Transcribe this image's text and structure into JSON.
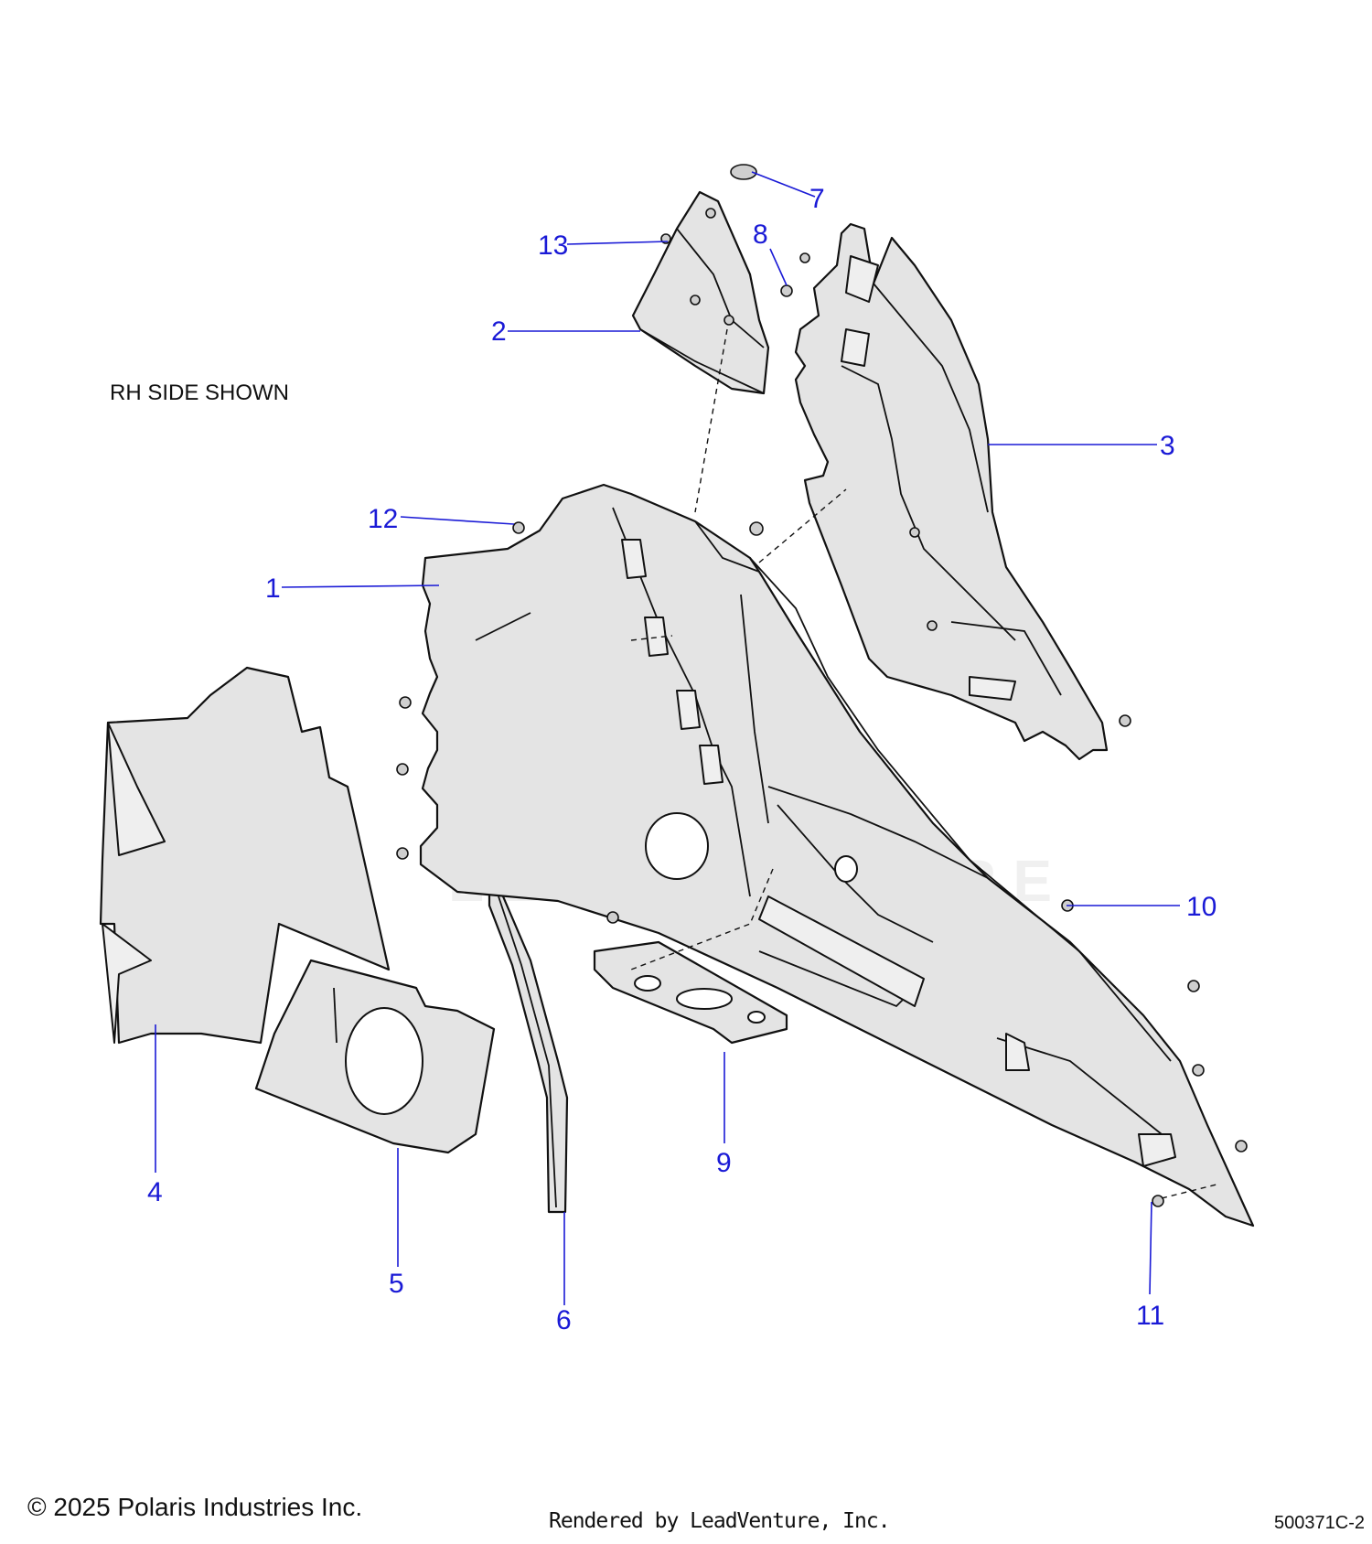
{
  "note": "RH SIDE SHOWN",
  "watermark": "LEADVENTURE",
  "footer": {
    "copyright": "© 2025 Polaris Industries Inc.",
    "rendered_by": "Rendered by LeadVenture, Inc.",
    "diagram_id": "500371C-2"
  },
  "callouts": [
    "1",
    "2",
    "3",
    "4",
    "5",
    "6",
    "7",
    "8",
    "9",
    "10",
    "11",
    "12",
    "13"
  ],
  "colors": {
    "callout": "#1a1ad6",
    "part_fill": "#e4e4e4",
    "line": "#111111"
  }
}
